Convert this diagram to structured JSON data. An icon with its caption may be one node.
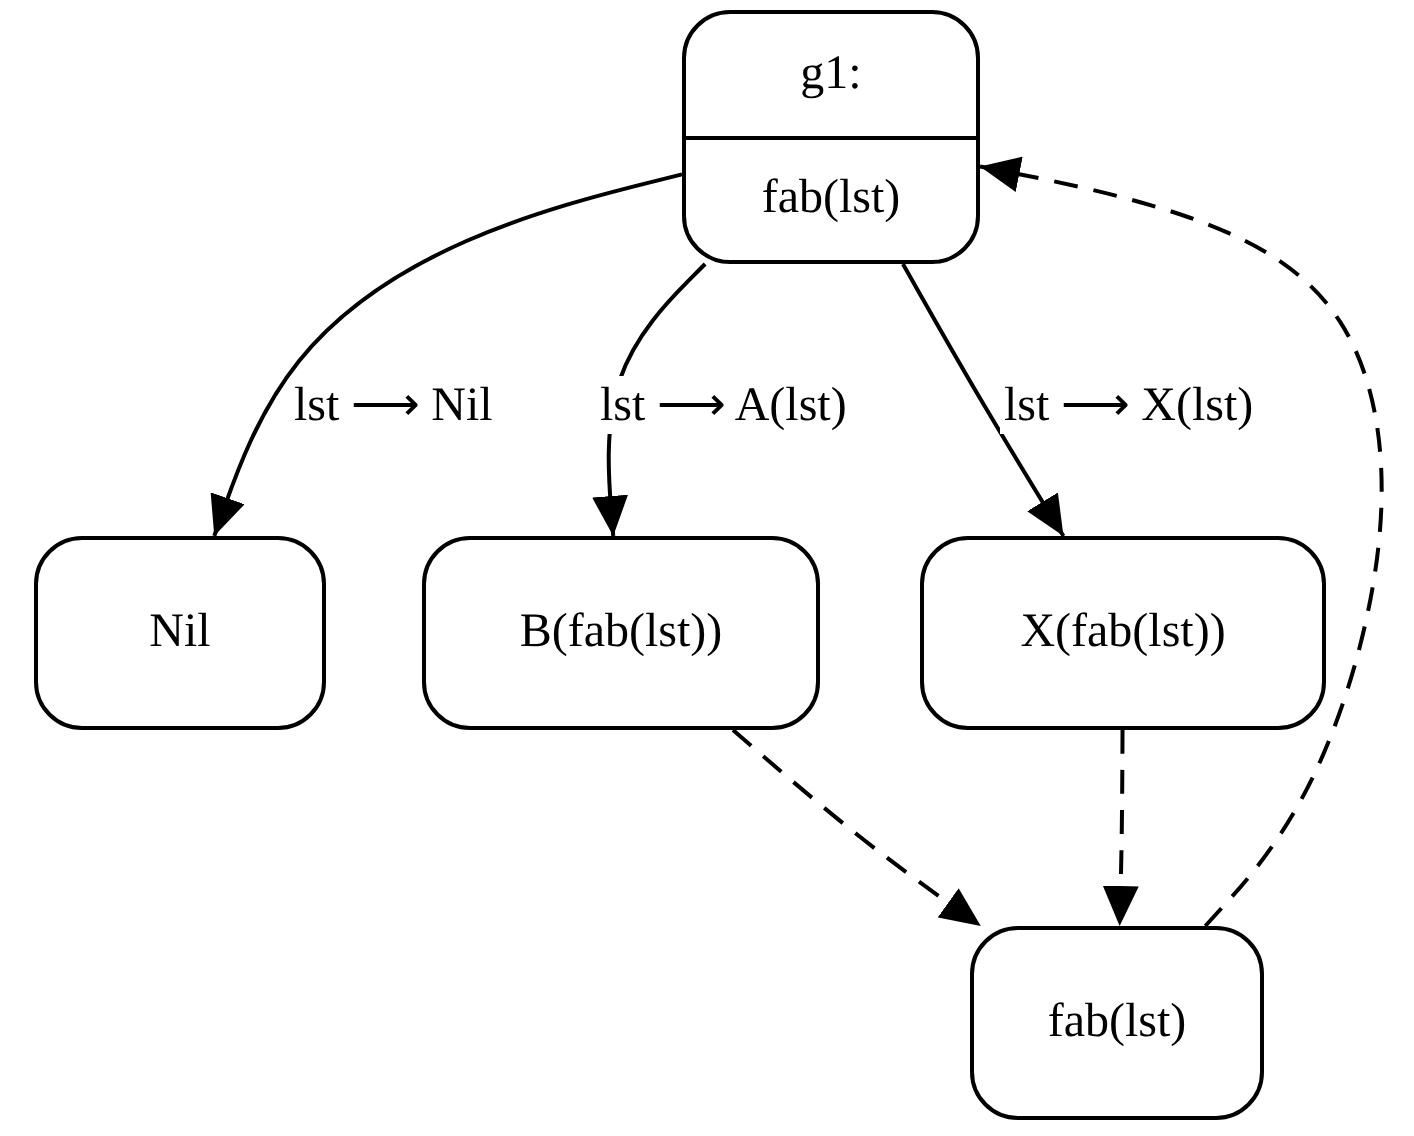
{
  "diagram": {
    "nodes": [
      {
        "text": [
          "g1:",
          "fab(lst)"
        ]
      },
      {
        "text": [
          "Nil"
        ]
      },
      {
        "text": [
          "B(fab(lst))"
        ]
      },
      {
        "text": [
          "X(fab(lst))"
        ]
      },
      {
        "text": [
          "fab(lst)"
        ]
      }
    ],
    "edges": [
      {
        "from": 0,
        "to": 1,
        "arrow": "to",
        "label": "lst ⟶ Nil"
      },
      {
        "from": 0,
        "to": 2,
        "arrow": "to",
        "label": "lst ⟶ A(lst)"
      },
      {
        "from": 0,
        "to": 3,
        "arrow": "to",
        "label": "lst ⟶ X(lst)"
      },
      {
        "from": 2,
        "to": 4,
        "arrow": "to",
        "style": "dashed"
      },
      {
        "from": 3,
        "to": 4,
        "arrow": "to",
        "style": "dashed"
      },
      {
        "from": 4,
        "to": 0,
        "arrow": "to",
        "style": "dashed"
      }
    ]
  }
}
